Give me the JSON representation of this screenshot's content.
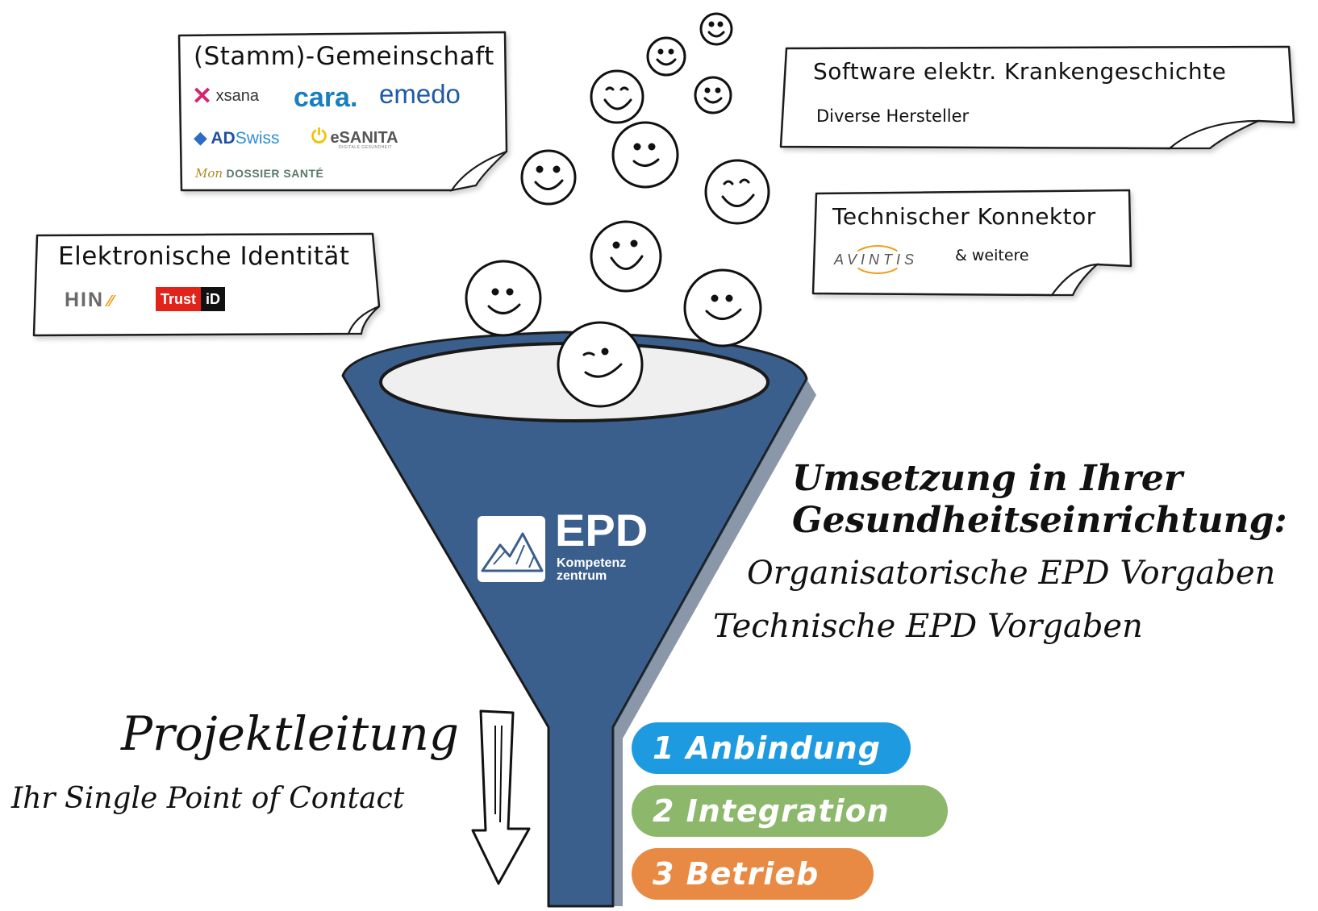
{
  "notes": {
    "community": {
      "title": "(Stamm)-Gemeinschaft",
      "logos": {
        "xsana": "xsana",
        "cara": "cara.",
        "emedo": "emedo",
        "adswiss_ad": "AD",
        "adswiss_swiss": "Swiss",
        "esanita": "eSANITA",
        "esanita_tag": "DIGITALE GESUNDHEIT",
        "mondossier_mon": "Mon",
        "mondossier_rest": "DOSSIER SANTÉ"
      }
    },
    "eid": {
      "title": "Elektronische Identität",
      "logos": {
        "hin": "HIN",
        "trust": "Trust",
        "trust_id": "iD"
      }
    },
    "software": {
      "title": "Software elektr. Krankengeschichte",
      "subtitle": "Diverse Hersteller"
    },
    "connector": {
      "title": "Technischer Konnektor",
      "logo": "AVINTIS",
      "extra": "& weitere"
    }
  },
  "funnel": {
    "logo_title": "EPD",
    "logo_line1": "Kompetenz",
    "logo_line2": "zentrum"
  },
  "implementation": {
    "heading_line1": "Umsetzung in Ihrer",
    "heading_line2": "Gesundheitseinrichtung:",
    "item1": "Organisatorische EPD Vorgaben",
    "item2": "Technische EPD Vorgaben"
  },
  "project": {
    "title": "Projektleitung",
    "subtitle": "Ihr Single Point of Contact"
  },
  "steps": [
    {
      "label": "1 Anbindung",
      "color": "#1e9be0"
    },
    {
      "label": "2 Integration",
      "color": "#8db86b"
    },
    {
      "label": "3 Betrieb",
      "color": "#e98a44"
    }
  ],
  "colors": {
    "funnel": "#3b5f8c",
    "hin_accent": "#f0a020",
    "trust_red": "#e2231a",
    "cara_blue": "#1a7fc1",
    "emedo_blue": "#1f5aa6",
    "xsana_pink": "#d6246e",
    "avintis_orange": "#f39c12"
  }
}
